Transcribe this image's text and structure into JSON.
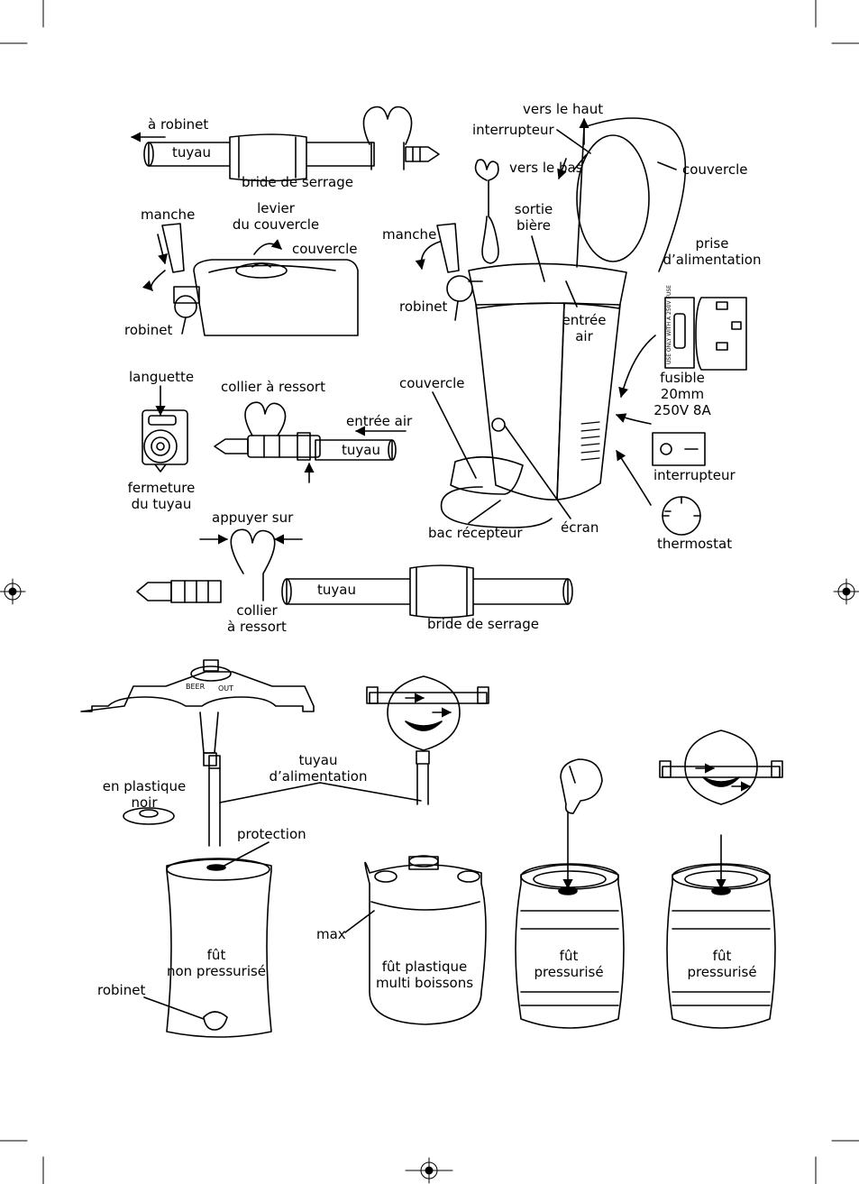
{
  "colors": {
    "ink": "#000000",
    "paper": "#ffffff",
    "gray": "#d9d9d9"
  },
  "labels": {
    "a_robinet": "à robinet",
    "tuyau_top": "tuyau",
    "bride_top": "bride de serrage",
    "levier_1": "levier",
    "levier_2": "du couvercle",
    "manche_left": "manche",
    "couvercle_left": "couvercle",
    "robinet_left": "robinet",
    "languette": "languette",
    "fermeture_1": "fermeture",
    "fermeture_2": "du tuyau",
    "collier_ressort": "collier à ressort",
    "entree_air_left": "entrée air",
    "tuyau_mid": "tuyau",
    "appuyer_sur": "appuyer sur",
    "collier_1": "collier",
    "collier_2": "à ressort",
    "tuyau_low": "tuyau",
    "bride_low": "bride de serrage",
    "vers_haut": "vers le haut",
    "interrupteur_top": "interrupteur",
    "vers_bas": "vers le bas",
    "couvercle_right": "couvercle",
    "sortie_1": "sortie",
    "sortie_2": "bière",
    "manche_main": "manche",
    "prise_1": "prise",
    "prise_2": "d’alimentation",
    "robinet_main": "robinet",
    "entree_1": "entrée",
    "entree_2": "air",
    "fusible_1": "fusible",
    "fusible_2": "20mm",
    "fusible_3": "250V 8A",
    "couvercle_main": "couvercle",
    "interrupteur_right": "interrupteur",
    "bac": "bac récepteur",
    "ecran": "écran",
    "thermostat": "thermostat",
    "tuyau_alim_1": "tuyau",
    "tuyau_alim_2": "d’alimentation",
    "plastique_1": "en plastique",
    "plastique_2": "noir",
    "protection": "protection",
    "max": "max",
    "fut1_1": "fût",
    "fut1_2": "non pressurisé",
    "robinet_keg": "robinet",
    "fut2_1": "fût plastique",
    "fut2_2": "multi boissons",
    "fut3_1": "fût",
    "fut3_2": "pressurisé",
    "fut4_1": "fût",
    "fut4_2": "pressurisé",
    "fuse_text": "USE ONLY WITH A 250V FUSE",
    "beer": "BEER",
    "out": "OUT"
  }
}
